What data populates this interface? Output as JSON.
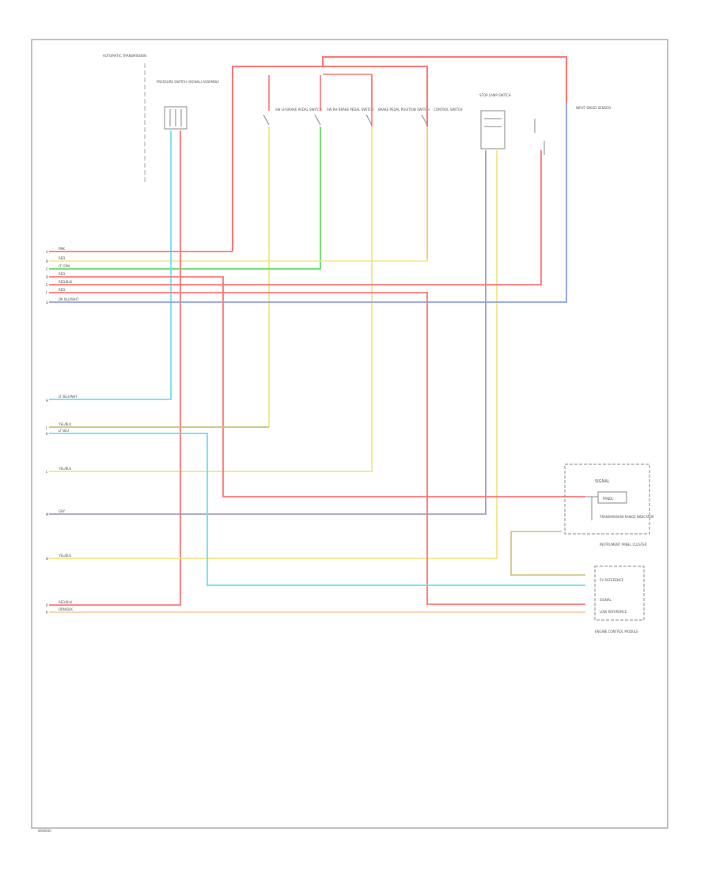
{
  "colors": {
    "frame": "#999999",
    "red": "#ff7777",
    "yellow": "#f2e58a",
    "green": "#66dd66",
    "blue": "#8c9ff0",
    "cyan": "#6ee0f0",
    "olive": "#c9c27a",
    "gray": "#9a8fb0",
    "pink": "#f0b0c0",
    "orange": "#f7c9a0",
    "component": "#888888"
  },
  "components": {
    "transmission": "AUTOMATIC TRANSMISSION",
    "pressure_switch": "PRESSURE SWITCH (SIGNAL) ASSEMBLY",
    "sw_lh": "SW LH BRAKE PEDAL SWITCH",
    "sw_rh": "SW RH BRAKE PEDAL SWITCH",
    "stop_lamp": "STOP LAMP SWITCH",
    "brake_pedal_sw": "BRAKE PEDAL POSITION SWITCH",
    "ctrl_switch": "CONTROL SWITCH",
    "speed_sensor": "INPUT SPEED SENSOR",
    "cluster": "INSTRUMENT PANEL CLUSTER",
    "cluster_title": "SIGNAL",
    "cluster_inner1": "PRNDL",
    "cluster_inner2": "TRANSMISSION RANGE INDICATOR",
    "ecm": "ENGINE CONTROL MODULE",
    "ecm_inner1": "5V REFERENCE",
    "ecm_inner2": "SIGNAL",
    "ecm_inner3": "LOW REFERENCE"
  },
  "wire_labels": [
    "PNK",
    "RED",
    "LT GRN",
    "RED",
    "RED/BLK",
    "RED",
    "DK BLU/WHT",
    "LT BLU/WHT",
    "YEL/BLK",
    "LT BLU",
    "YEL/BLK",
    "GRY",
    "YEL/BLK",
    "RED/BLK",
    "ORN/BLK"
  ],
  "pin_labels": [
    "A",
    "B",
    "C",
    "D",
    "E",
    "F",
    "G",
    "H",
    "J",
    "K",
    "L",
    "M",
    "N",
    "P",
    "R"
  ],
  "footer": "W00000"
}
